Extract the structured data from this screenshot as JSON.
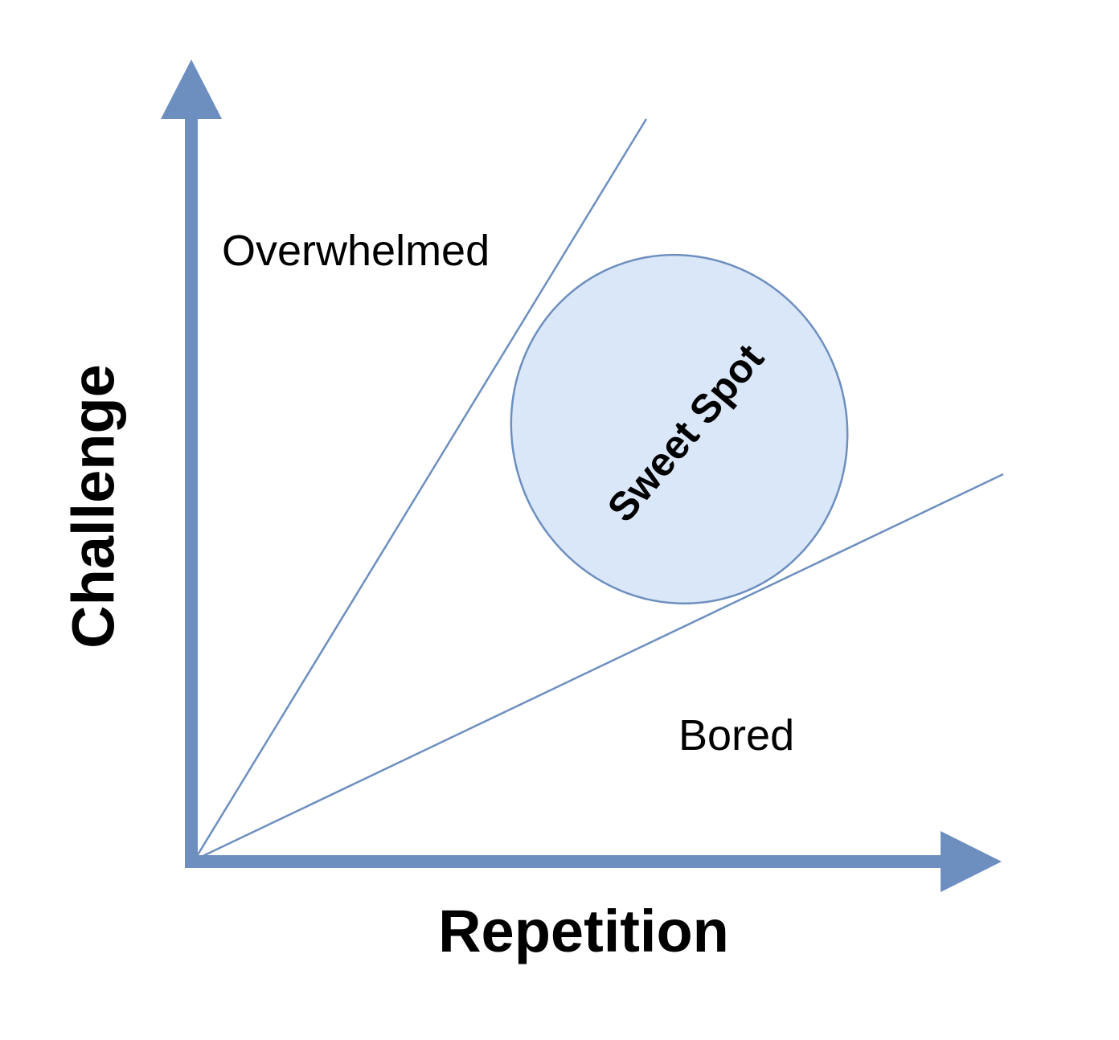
{
  "labels": {
    "y_axis": "Challenge",
    "x_axis": "Repetition",
    "upper_region": "Overwhelmed",
    "lower_region": "Bored",
    "sweet_spot": "Sweet Spot"
  },
  "colors": {
    "axis": "#6d8fbf",
    "line": "#6d8fbf",
    "ellipse_fill": "#dae7f8",
    "ellipse_stroke": "#6d8fbf",
    "text": "#000000"
  }
}
